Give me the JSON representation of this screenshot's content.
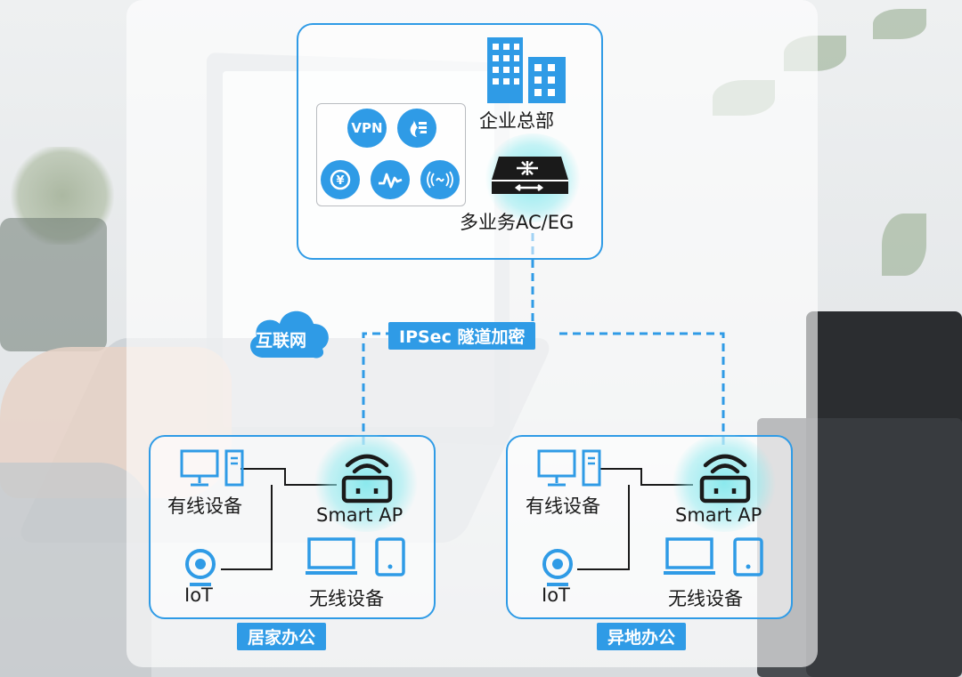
{
  "hq": {
    "label": "企业总部",
    "gateway_label": "多业务AC/EG",
    "services": [
      "VPN",
      "firewall-icon",
      "money-icon",
      "activity-icon",
      "wireless-icon"
    ]
  },
  "internet_label": "互联网",
  "tunnel_label": "IPSec 隧道加密",
  "sites": [
    {
      "tag": "居家办公",
      "wired": "有线设备",
      "ap": "Smart AP",
      "iot": "IoT",
      "wireless": "无线设备"
    },
    {
      "tag": "异地办公",
      "wired": "有线设备",
      "ap": "Smart AP",
      "iot": "IoT",
      "wireless": "无线设备"
    }
  ],
  "colors": {
    "accent": "#2f9be6",
    "glow": "#7fe3ea"
  }
}
